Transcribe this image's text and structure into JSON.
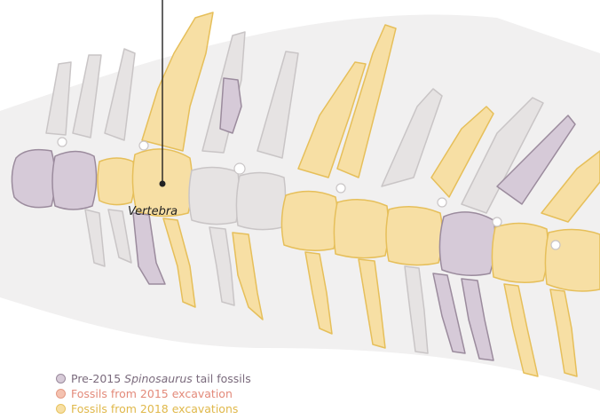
{
  "callout": {
    "label": "Vertebra"
  },
  "legend": [
    {
      "before": "Pre-2015 ",
      "italic": "Spinosaurus",
      "after": " tail fossils",
      "fill": "#d7cbd8",
      "stroke": "#9a8a9c",
      "text_color": "#7a6a7c"
    },
    {
      "before": "Fossils from 2015 excavation",
      "italic": "",
      "after": "",
      "fill": "#f4c2b0",
      "stroke": "#e49a85",
      "text_color": "#e38a7a"
    },
    {
      "before": "Fossils from 2018 excavations",
      "italic": "",
      "after": "",
      "fill": "#f7dfa4",
      "stroke": "#e7c35f",
      "text_color": "#e0b84a"
    }
  ],
  "colors": {
    "tail_bg": "#f1f0f0",
    "gray_bone": "#e6e3e3",
    "gray_outline": "#c9c5c6",
    "yellow_bone": "#f7dfa4",
    "yellow_outline": "#e6bf5a",
    "purple_bone": "#d6cad8",
    "purple_outline": "#9b8b9d",
    "callout_line": "#222222"
  }
}
